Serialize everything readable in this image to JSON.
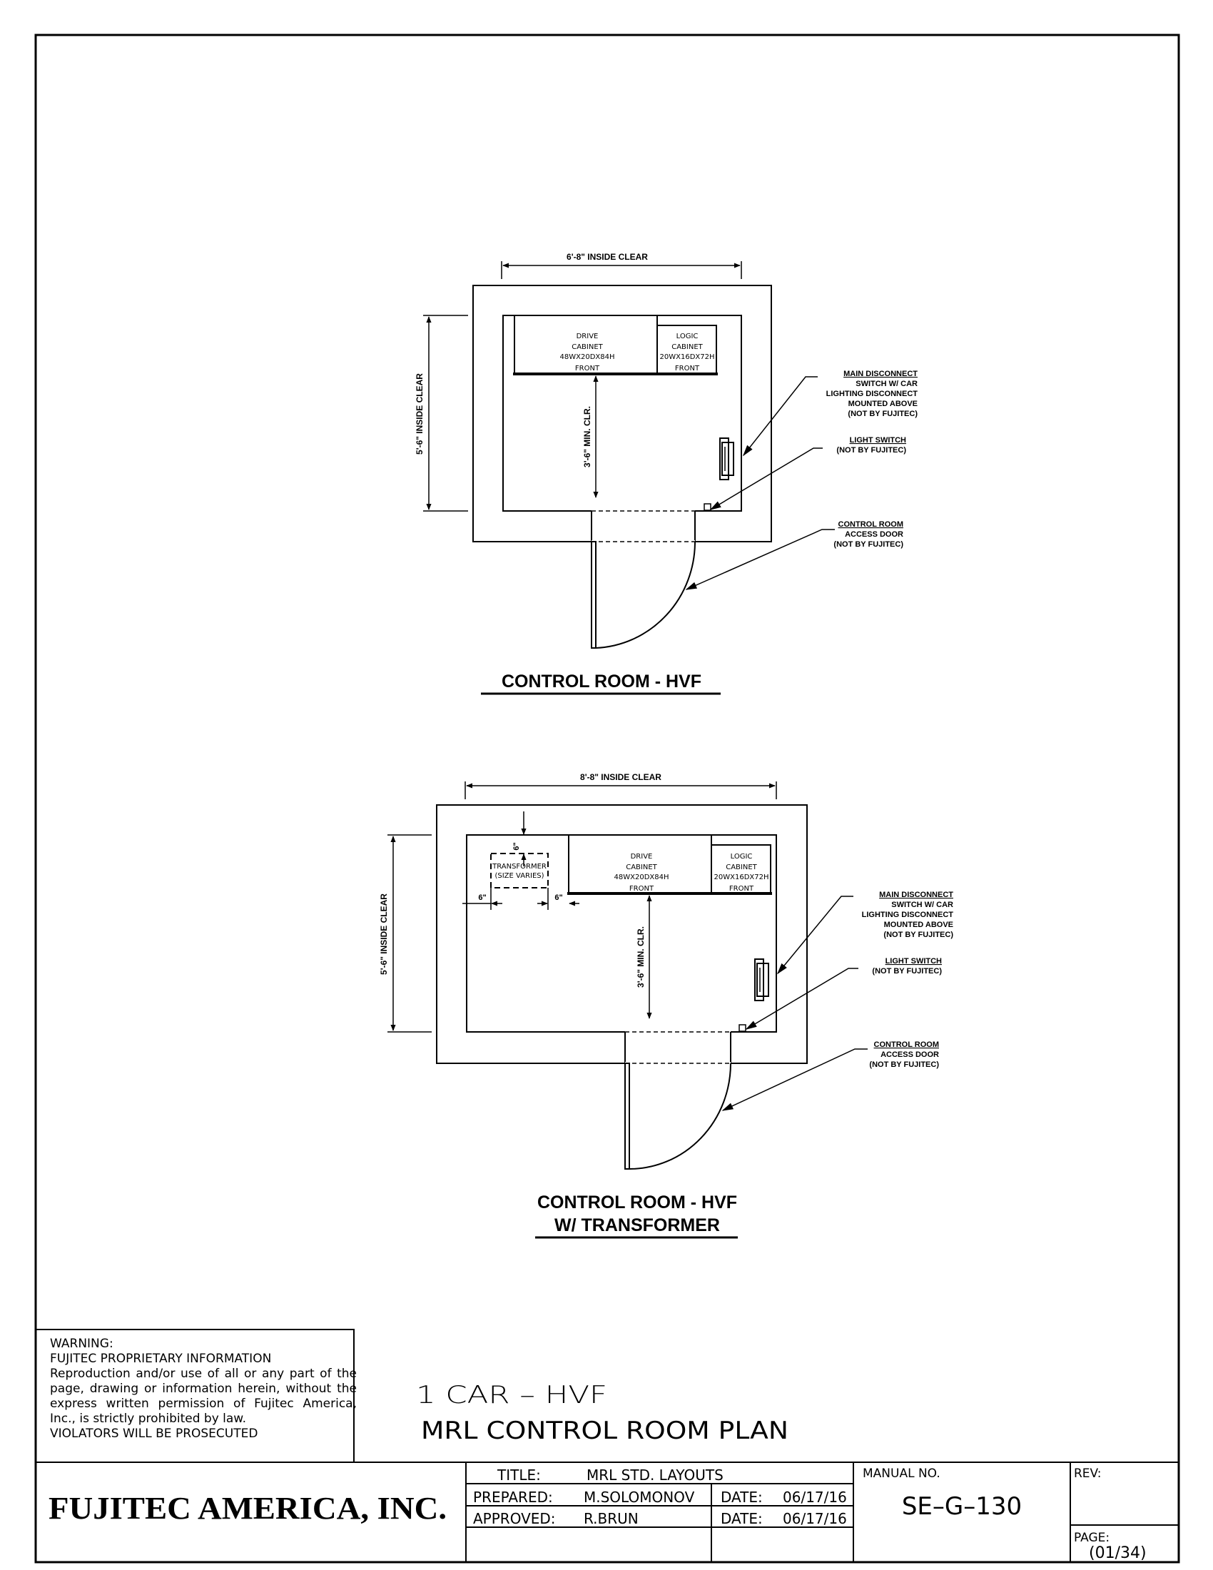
{
  "plan_hvf": {
    "width_dim": "6'-8\" INSIDE CLEAR",
    "height_dim": "5'-6\" INSIDE CLEAR",
    "clearance_dim": "3'-6\" MIN. CLR.",
    "drive_cabinet": [
      "DRIVE",
      "CABINET",
      "48WX20DX84H",
      "FRONT"
    ],
    "logic_cabinet": [
      "LOGIC",
      "CABINET",
      "20WX16DX72H",
      "FRONT"
    ],
    "main_disconnect": [
      "MAIN DISCONNECT",
      "SWITCH W/ CAR",
      "LIGHTING DISCONNECT",
      "MOUNTED ABOVE",
      "(NOT BY FUJITEC)"
    ],
    "light_switch": [
      "LIGHT SWITCH",
      "(NOT BY FUJITEC)"
    ],
    "access_door": [
      "CONTROL ROOM",
      "ACCESS DOOR",
      "(NOT BY FUJITEC)"
    ],
    "title": "CONTROL ROOM - HVF"
  },
  "plan_hvf_transformer": {
    "width_dim": "8'-8\" INSIDE CLEAR",
    "height_dim": "5'-6\" INSIDE CLEAR",
    "clearance_dim": "3'-6\" MIN. CLR.",
    "transformer": [
      "TRANSFORMER",
      "(SIZE VARIES)"
    ],
    "offset_top": "6\"",
    "offset_left": "6\"",
    "offset_right": "6\"",
    "drive_cabinet": [
      "DRIVE",
      "CABINET",
      "48WX20DX84H",
      "FRONT"
    ],
    "logic_cabinet": [
      "LOGIC",
      "CABINET",
      "20WX16DX72H",
      "FRONT"
    ],
    "main_disconnect": [
      "MAIN DISCONNECT",
      "SWITCH W/ CAR",
      "LIGHTING DISCONNECT",
      "MOUNTED ABOVE",
      "(NOT BY FUJITEC)"
    ],
    "light_switch": [
      "LIGHT SWITCH",
      "(NOT BY FUJITEC)"
    ],
    "access_door": [
      "CONTROL ROOM",
      "ACCESS DOOR",
      "(NOT BY FUJITEC)"
    ],
    "title_line1": "CONTROL ROOM - HVF",
    "title_line2": "W/ TRANSFORMER"
  },
  "warning": {
    "heading": "WARNING:",
    "subheading": "FUJITEC PROPRIETARY INFORMATION",
    "body": "Reproduction and/or use of all or any part of the page, drawing or information herein, without the express written permission of Fujitec America, Inc., is strictly prohibited by law.",
    "footer": "VIOLATORS WILL BE PROSECUTED"
  },
  "drawing_title": {
    "line1": "1 CAR – HVF",
    "line2": "MRL CONTROL ROOM PLAN"
  },
  "title_block": {
    "company": "FUJITEC AMERICA, INC.",
    "title_label": "TITLE:",
    "title_value": "MRL STD. LAYOUTS",
    "prepared_label": "PREPARED:",
    "prepared_value": "M.SOLOMONOV",
    "approved_label": "APPROVED:",
    "approved_value": "R.BRUN",
    "date_label": "DATE:",
    "prepared_date": "06/17/16",
    "approved_date": "06/17/16",
    "manual_label": "MANUAL NO.",
    "manual_value": "SE–G–130",
    "rev_label": "REV:",
    "rev_value": "",
    "page_label": "PAGE:",
    "page_value": "(01/34)"
  }
}
